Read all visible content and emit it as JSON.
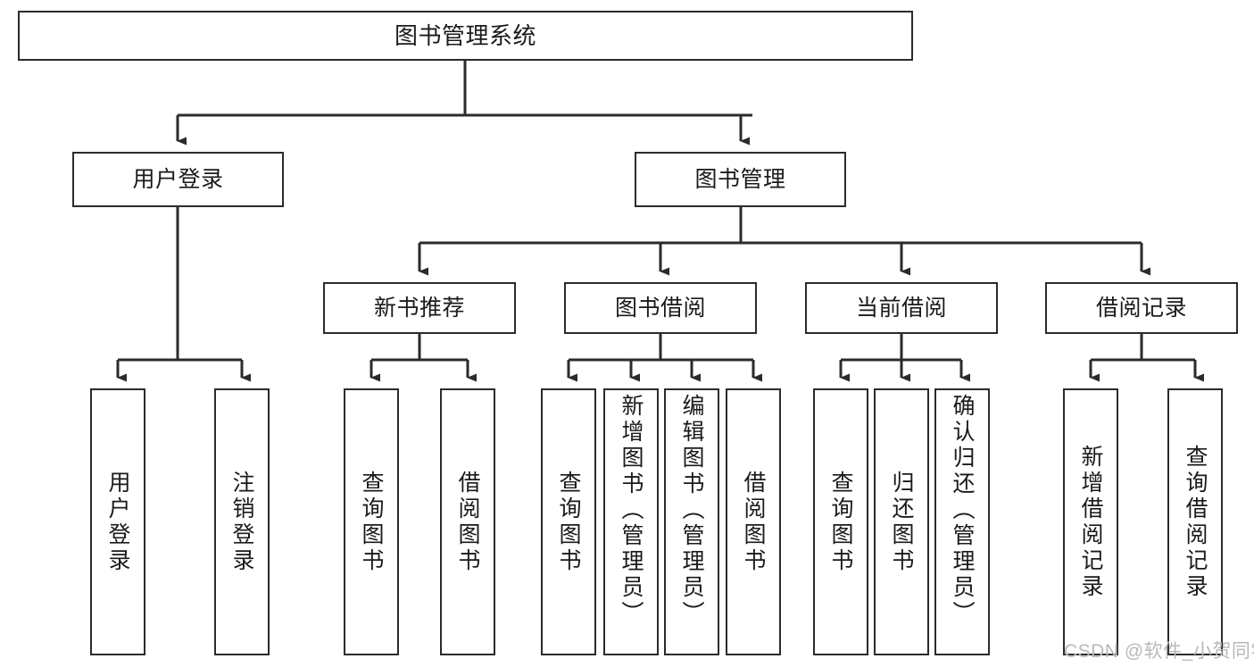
{
  "diagram": {
    "type": "tree-hierarchy-chart",
    "title": "图书管理系统",
    "colors": {
      "box_border": "#2b2b2b",
      "box_fill": "#ffffff",
      "edge": "#2b2b2b",
      "text": "#1a1a1a",
      "watermark": "#b9b9b9",
      "background": "#ffffff"
    },
    "levels": {
      "root": [
        "图书管理系统"
      ],
      "level2": [
        "用户登录",
        "图书管理"
      ],
      "level3": [
        "新书推荐",
        "图书借阅",
        "当前借阅",
        "借阅记录"
      ],
      "level4": [
        "用户登录",
        "注销登录",
        "查询图书",
        "借阅图书",
        "查询图书",
        "新增图书（管理员）",
        "编辑图书（管理员）",
        "借阅图书",
        "查询图书",
        "归还图书",
        "确认归还（管理员）",
        "新增借阅记录",
        "查询借阅记录"
      ]
    }
  },
  "nodes": {
    "root": {
      "label": "图书管理系统"
    },
    "user_login": {
      "label": "用户登录"
    },
    "book_manage": {
      "label": "图书管理"
    },
    "new_book_rec": {
      "label": "新书推荐"
    },
    "book_borrow": {
      "label": "图书借阅"
    },
    "current_borrow": {
      "label": "当前借阅"
    },
    "borrow_record": {
      "label": "借阅记录"
    },
    "leaf_user_login": {
      "label": "用户登录"
    },
    "leaf_logout": {
      "label": "注销登录"
    },
    "leaf_query_book_1": {
      "label": "查询图书"
    },
    "leaf_borrow_book_1": {
      "label": "借阅图书"
    },
    "leaf_query_book_2": {
      "label": "查询图书"
    },
    "leaf_add_book": {
      "label": "新增图书（管理员）"
    },
    "leaf_edit_book": {
      "label": "编辑图书（管理员）"
    },
    "leaf_borrow_book_2": {
      "label": "借阅图书"
    },
    "leaf_query_book_3": {
      "label": "查询图书"
    },
    "leaf_return_book": {
      "label": "归还图书"
    },
    "leaf_confirm_return": {
      "label": "确认归还（管理员）"
    },
    "leaf_add_record": {
      "label": "新增借阅记录"
    },
    "leaf_query_record": {
      "label": "查询借阅记录"
    }
  },
  "watermark": {
    "text": "CSDN @软件_小贺同学"
  }
}
